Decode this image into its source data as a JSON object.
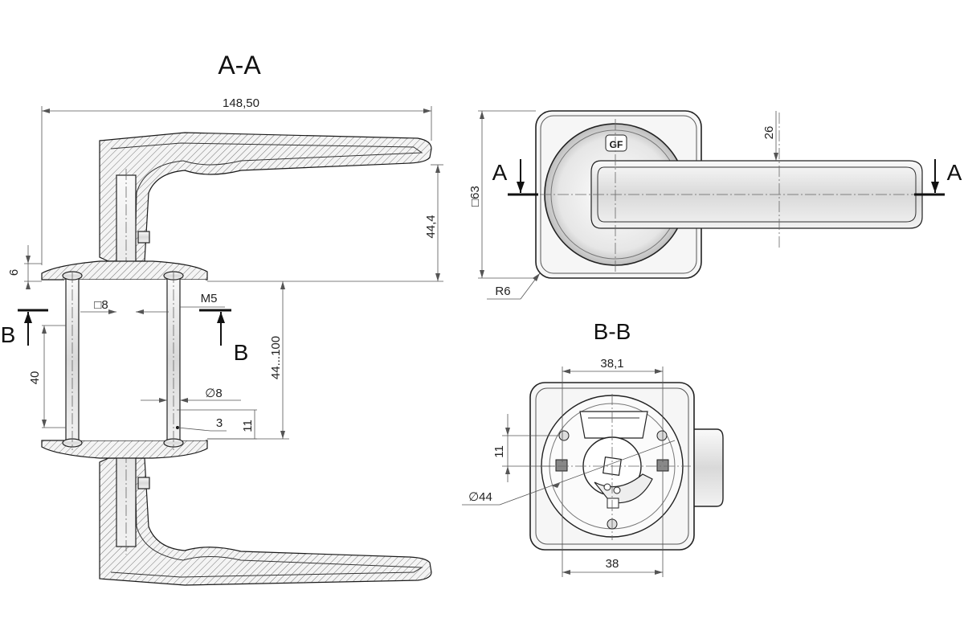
{
  "titles": {
    "section_aa": "A-A",
    "section_bb": "B-B"
  },
  "markers": {
    "a_left": "A",
    "a_right": "A",
    "b_left": "B",
    "b_right": "B"
  },
  "dimensions": {
    "overall_length": "148,50",
    "lever_drop": "44,4",
    "rose_thickness": "6",
    "spindle_square": "□8",
    "screw_thread": "M5",
    "door_thickness": "44...100",
    "screw_spacing": "40",
    "screw_dia": "∅8",
    "callout": "3",
    "offset_11": "11",
    "rose_square": "□63",
    "offset_26": "26",
    "corner_radius": "R6",
    "bb_width_top": "38,1",
    "bb_width_bottom": "38",
    "bb_offset": "11",
    "bb_diameter": "∅44"
  },
  "logo": "GF"
}
